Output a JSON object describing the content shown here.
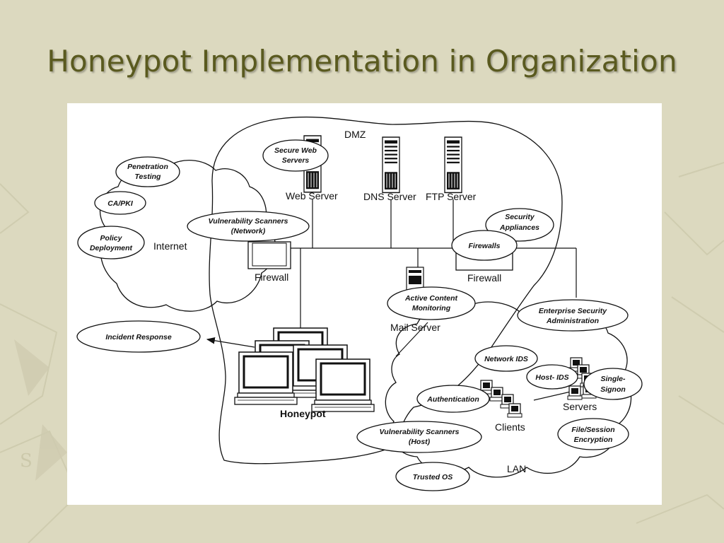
{
  "slide": {
    "title": "Honeypot Implementation in Organization"
  },
  "zones": {
    "dmz": "DMZ",
    "internet": "Internet",
    "lan": "LAN"
  },
  "devices": {
    "web_server": "Web Server",
    "dns_server": "DNS Server",
    "ftp_server": "FTP Server",
    "firewall_left": "Firewall",
    "firewall_right": "Firewall",
    "mail_server": "Mail Server",
    "honeypot": "Honeypot",
    "clients": "Clients",
    "servers": "Servers"
  },
  "services": {
    "penetration_testing": [
      "Penetration",
      "Testing"
    ],
    "ca_pki": [
      "CA/PKI"
    ],
    "policy_deployment": [
      "Policy",
      "Deployment"
    ],
    "secure_web_servers": [
      "Secure Web",
      "Servers"
    ],
    "vuln_scanners_network": [
      "Vulnerability Scanners",
      "(Network)"
    ],
    "security_appliances": [
      "Security",
      "Appliances"
    ],
    "firewalls": [
      "Firewalls"
    ],
    "active_content_monitoring": [
      "Active Content",
      "Monitoring"
    ],
    "enterprise_security_admin": [
      "Enterprise Security",
      "Administration"
    ],
    "incident_response": [
      "Incident Response"
    ],
    "network_ids": [
      "Network IDS"
    ],
    "host_ids": [
      "Host- IDS"
    ],
    "single_signon": [
      "Single-",
      "Signon"
    ],
    "authentication": [
      "Authentication"
    ],
    "vuln_scanners_host": [
      "Vulnerability Scanners",
      "(Host)"
    ],
    "file_session_encryption": [
      "File/Session",
      "Encryption"
    ],
    "trusted_os": [
      "Trusted OS"
    ]
  }
}
